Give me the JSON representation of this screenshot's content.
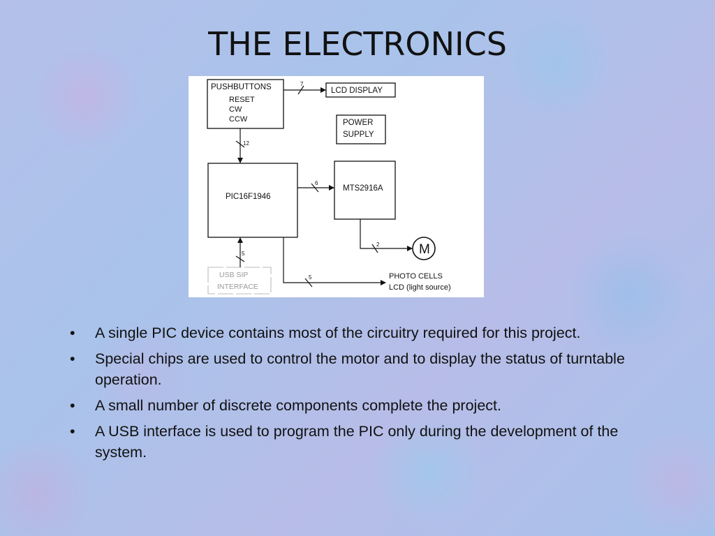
{
  "slide": {
    "title": "THE ELECTRONICS"
  },
  "diagram": {
    "blocks": {
      "pushbuttons": {
        "label": "PUSHBUTTONS",
        "lines": [
          "RESET",
          "CW",
          "CCW"
        ]
      },
      "lcd_display": {
        "label": "LCD DISPLAY"
      },
      "power_supply": {
        "lines": [
          "POWER",
          "SUPPLY"
        ]
      },
      "pic": {
        "label": "PIC16F1946"
      },
      "mts": {
        "label": "MTS2916A"
      },
      "motor": {
        "label": "M"
      },
      "usb_sip": {
        "lines": [
          "USB  SIP",
          "INTERFACE"
        ]
      },
      "photo_cells": {
        "lines": [
          "PHOTO CELLS",
          "LCD (light source)"
        ]
      }
    },
    "bus_widths": {
      "buttons_to_lcd": "7",
      "buttons_to_pic": "12",
      "pic_to_mts": "6",
      "mts_to_motor": "2",
      "usb_to_pic": "5",
      "pic_to_photo": "5"
    }
  },
  "bullets": [
    "A single PIC device contains most of the circuitry required for this project.",
    "Special chips are used to control the motor and to display the status of turntable operation.",
    "A small number of discrete components complete the project.",
    "A USB interface is used to program the PIC only during the development of the system."
  ],
  "bullet_glyph": "•"
}
